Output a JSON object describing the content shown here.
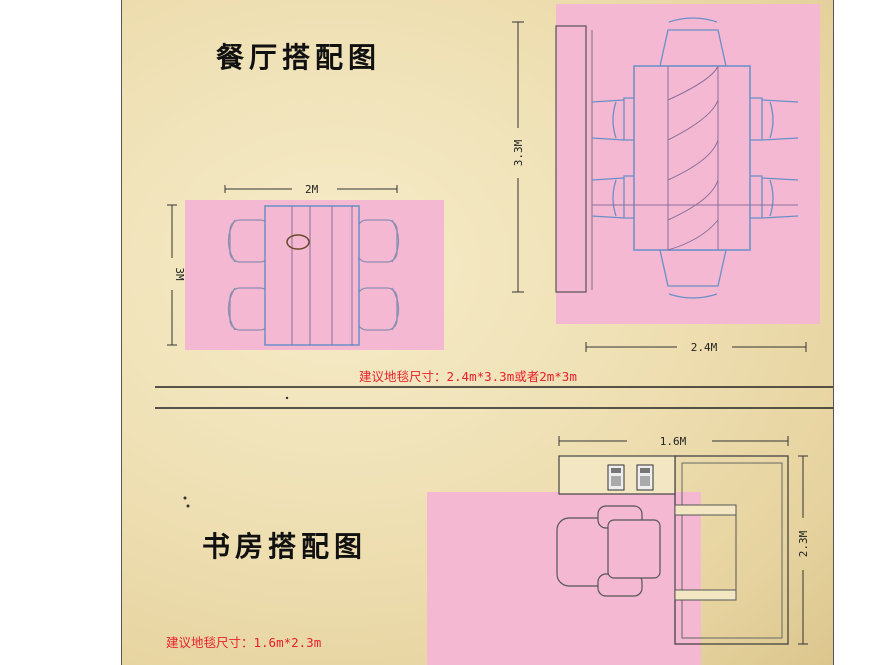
{
  "dining": {
    "title": "餐厅搭配图",
    "small_width_label": "2M",
    "small_height_label": "3M",
    "large_height_label": "3.3M",
    "large_width_label": "2.4M",
    "note": "建议地毯尺寸：2.4m*3.3m或者2m*3m"
  },
  "study": {
    "title": "书房搭配图",
    "width_label": "1.6M",
    "height_label": "2.3M",
    "note": "建议地毯尺寸：1.6m*2.3m"
  },
  "colors": {
    "rug": "#f4b8d2",
    "outline": "#6a8fc8",
    "note_text": "#e8212b"
  }
}
